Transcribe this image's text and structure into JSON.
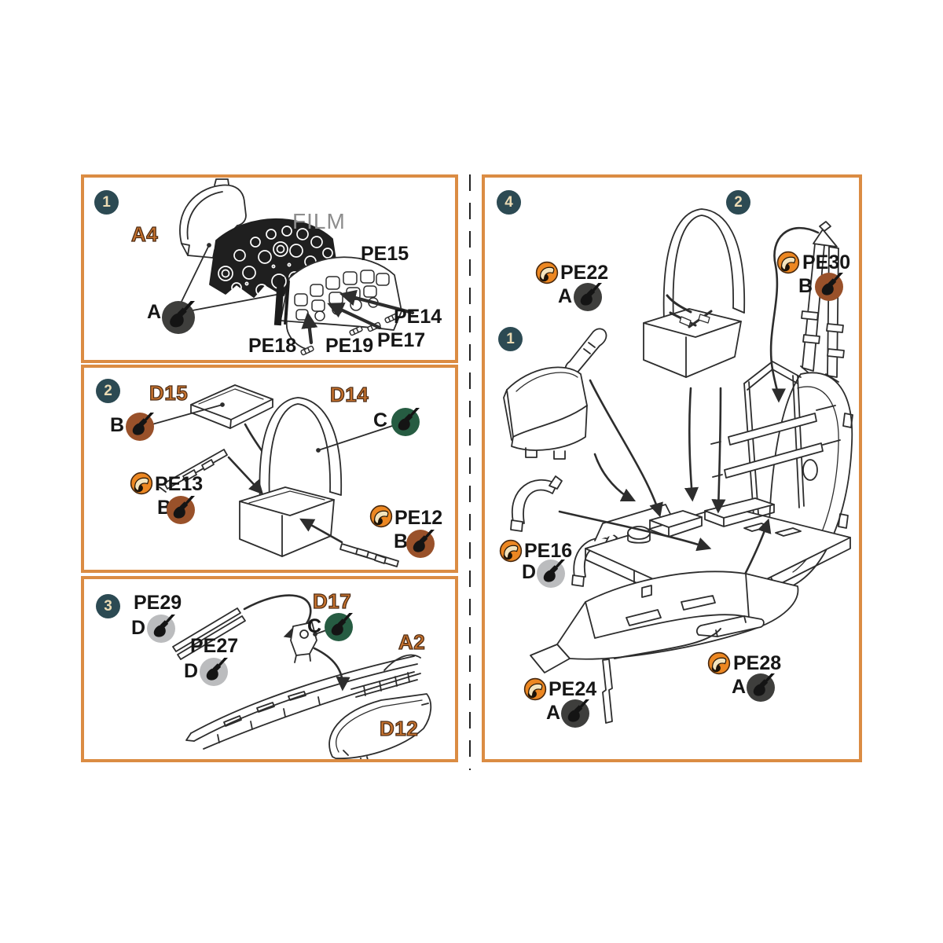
{
  "colors": {
    "box_border": "#DB8C43",
    "badge_bg": "#2C4A53",
    "badge_text": "#EBDBB4",
    "part_label": "#C8732E",
    "part_label_outline": "#4E2D15",
    "pe_label": "#161616",
    "film_label": "#8D8D8D",
    "bend_icon_bg": "#EC8722",
    "bend_icon_fold": "#F3E4BE",
    "line_art": "#2D2D2D",
    "paint_A": "#3E3E3C",
    "paint_B": "#99512A",
    "paint_C": "#265C42",
    "paint_D": "#BBBCBE"
  },
  "icons": {
    "bend": "bend-photoetch-icon",
    "paint": "paintbrush-icon"
  },
  "s1": {
    "badge": "1",
    "part_a4": "A4",
    "film": "FILM",
    "pe15": "PE15",
    "pe14": "PE14",
    "pe17": "PE17",
    "pe18": "PE18",
    "pe19": "PE19",
    "paint_a": "A"
  },
  "s2": {
    "badge": "2",
    "part_d15": "D15",
    "part_d14": "D14",
    "paint_b1": "B",
    "paint_c": "C",
    "pe13": "PE13",
    "paint_b2": "B",
    "pe12": "PE12",
    "paint_b3": "B"
  },
  "s3": {
    "badge": "3",
    "pe29": "PE29",
    "paint_d1": "D",
    "pe27": "PE27",
    "paint_d2": "D",
    "part_d17": "D17",
    "paint_c": "C",
    "part_a2": "A2",
    "part_d12": "D12"
  },
  "s4": {
    "badge": "4",
    "badge_sub2": "2",
    "badge_sub1": "1",
    "pe22": "PE22",
    "paint_a1": "A",
    "pe30": "PE30",
    "paint_b": "B",
    "pe16": "PE16",
    "paint_d": "D",
    "pe24": "PE24",
    "paint_a2": "A",
    "pe28": "PE28",
    "paint_a3": "A"
  }
}
